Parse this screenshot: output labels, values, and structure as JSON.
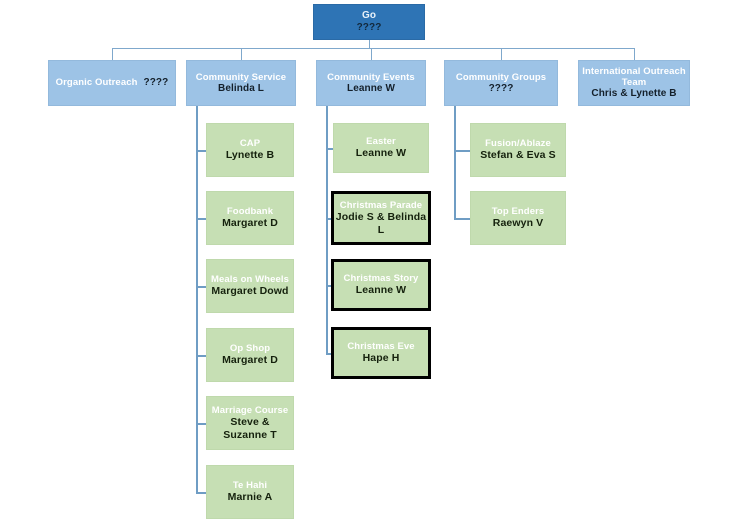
{
  "colors": {
    "root_fill": "#2e74b5",
    "dept_fill": "#9dc3e6",
    "task_fill": "#c6dfb4",
    "connector": "#7fa8cc",
    "highlight_border": "#000000",
    "background": "#ffffff"
  },
  "root": {
    "title": "Go",
    "person": "????"
  },
  "departments": [
    {
      "title": "Organic Outreach",
      "person": "????",
      "inline": true
    },
    {
      "title": "Community Service",
      "person": "Belinda L",
      "inline": false
    },
    {
      "title": "Community Events",
      "person": "Leanne W",
      "inline": false
    },
    {
      "title": "Community Groups",
      "person": "????",
      "inline": false
    },
    {
      "title": "International Outreach Team",
      "person": "Chris  & Lynette B",
      "inline": false
    }
  ],
  "community_service_children": [
    {
      "title": "CAP",
      "person": "Lynette B",
      "highlight": false
    },
    {
      "title": "Foodbank",
      "person": "Margaret D",
      "highlight": false
    },
    {
      "title": "Meals on Wheels",
      "person": "Margaret Dowd",
      "highlight": false
    },
    {
      "title": "Op Shop",
      "person": "Margaret D",
      "highlight": false
    },
    {
      "title": "Marriage Course",
      "person": "Steve & Suzanne T",
      "highlight": false
    },
    {
      "title": "Te Hahi",
      "person": "Marnie A",
      "highlight": false
    }
  ],
  "community_events_children": [
    {
      "title": "Easter",
      "person": "Leanne W",
      "highlight": false
    },
    {
      "title": "Christmas Parade",
      "person": "Jodie S  & Belinda L",
      "highlight": true
    },
    {
      "title": "Christmas Story",
      "person": "Leanne W",
      "highlight": true
    },
    {
      "title": "Christmas Eve",
      "person": "Hape H",
      "highlight": true
    }
  ],
  "community_groups_children": [
    {
      "title": "Fusion/Ablaze",
      "person": "Stefan & Eva S",
      "highlight": false
    },
    {
      "title": "Top Enders",
      "person": "Raewyn V",
      "highlight": false
    }
  ]
}
